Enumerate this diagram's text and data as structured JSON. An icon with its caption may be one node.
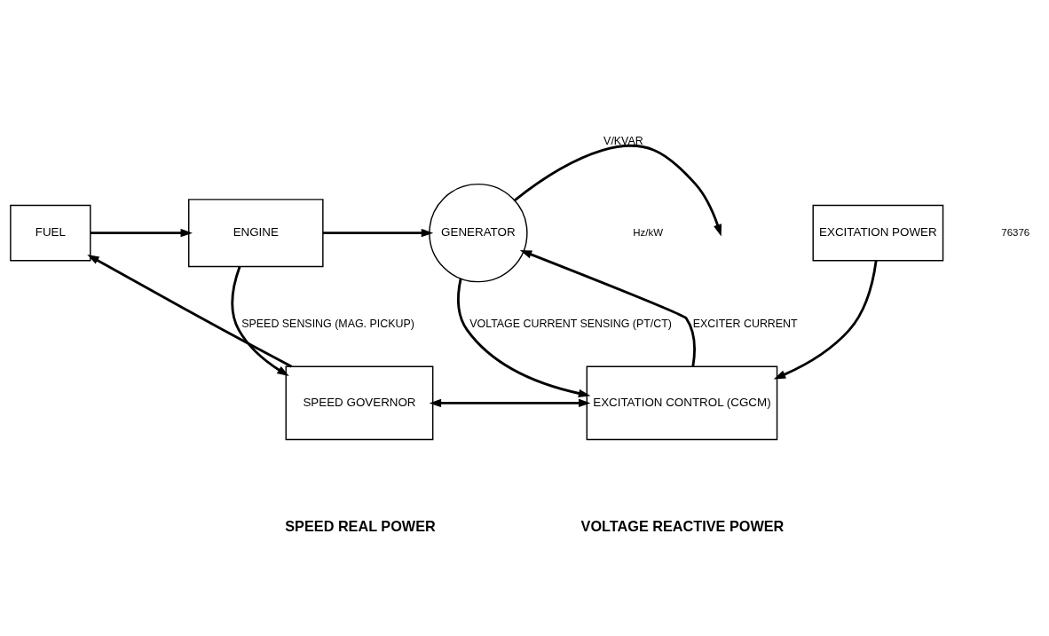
{
  "diagram": {
    "nodes": [
      {
        "text": [
          "FUEL"
        ]
      },
      {
        "text": [
          "ENGINE"
        ]
      },
      {
        "text": [
          "GENERATOR"
        ]
      },
      {
        "text": [
          "SPEED GOVERNOR"
        ]
      },
      {
        "text": [
          "EXCITATION CONTROL (CGCM)"
        ]
      },
      {
        "text": [
          "EXCITATION POWER"
        ]
      }
    ],
    "edges": [
      {
        "from": 0,
        "to": 1,
        "arrow": "to"
      },
      {
        "from": 1,
        "to": 2,
        "arrow": "to"
      },
      {
        "from": 1,
        "to": 3,
        "arrow": "to",
        "label": "SPEED SENSING (MAG. PICKUP)"
      },
      {
        "from": 3,
        "to": 0,
        "arrow": "to"
      },
      {
        "from": 3,
        "to": 4,
        "arrow": "both"
      },
      {
        "from": 4,
        "to": 2,
        "arrow": "to",
        "label": "EXCITER CURRENT"
      },
      {
        "from": 2,
        "to": null,
        "arrow": "to",
        "label": "V/KVAR"
      },
      {
        "from": 2,
        "to": 4,
        "arrow": "to",
        "label": "VOLTAGE CURRENT SENSING (PT/CT)"
      },
      {
        "from": 5,
        "to": 4,
        "arrow": "to"
      }
    ],
    "labels": [
      "Hz/kW",
      "SPEED REAL POWER",
      "VOLTAGE REACTIVE POWER",
      "76376"
    ]
  }
}
